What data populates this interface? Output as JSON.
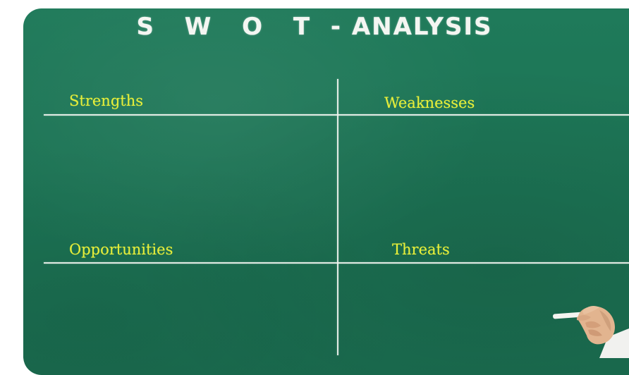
{
  "board": {
    "title_part1": "S W O T",
    "title_part2": "- ANALYSIS",
    "quadrants": {
      "strengths": "Strengths",
      "weaknesses": "Weaknesses",
      "opportunities": "Opportunities",
      "threats": "Threats"
    },
    "colors": {
      "board": "#1c7354",
      "chalk_white": "#f2f5f0",
      "chalk_yellow": "#e6ee3a"
    }
  }
}
